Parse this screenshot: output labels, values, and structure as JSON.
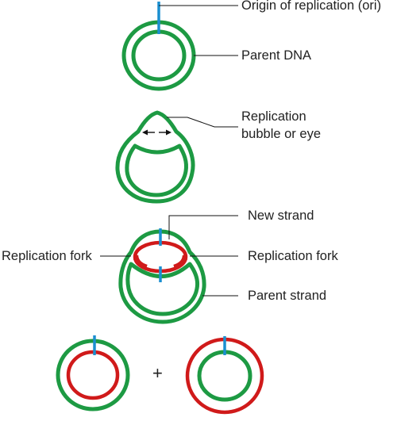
{
  "colors": {
    "parent_strand": "#1d9a43",
    "new_strand": "#d01a1a",
    "origin_marker": "#1a8fd0",
    "text": "#222222",
    "background": "#ffffff"
  },
  "labels": {
    "origin": "Origin of replication (ori)",
    "parent_dna": "Parent DNA",
    "bubble_line1": "Replication",
    "bubble_line2": "bubble or eye",
    "new_strand": "New strand",
    "fork_left": "Replication fork",
    "fork_right": "Replication fork",
    "parent_strand": "Parent strand",
    "plus_sign": "+"
  }
}
